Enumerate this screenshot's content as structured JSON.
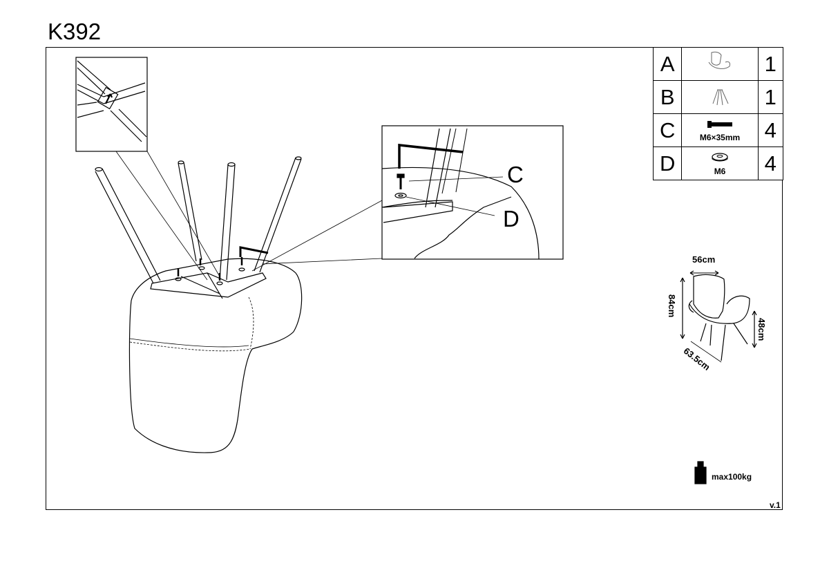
{
  "title": "K392",
  "parts": [
    {
      "letter": "A",
      "caption": "",
      "qty": "1",
      "icon": "chair-seat-icon"
    },
    {
      "letter": "B",
      "caption": "",
      "qty": "1",
      "icon": "chair-legs-icon"
    },
    {
      "letter": "C",
      "caption": "M6×35mm",
      "qty": "4",
      "icon": "bolt-icon"
    },
    {
      "letter": "D",
      "caption": "M6",
      "qty": "4",
      "icon": "washer-icon"
    }
  ],
  "callouts": {
    "c": "C",
    "d": "D"
  },
  "dimensions": {
    "width": "56cm",
    "height": "84cm",
    "depth": "63.5cm",
    "seat_height": "48cm"
  },
  "max_load": "max100kg",
  "version": "v.1"
}
